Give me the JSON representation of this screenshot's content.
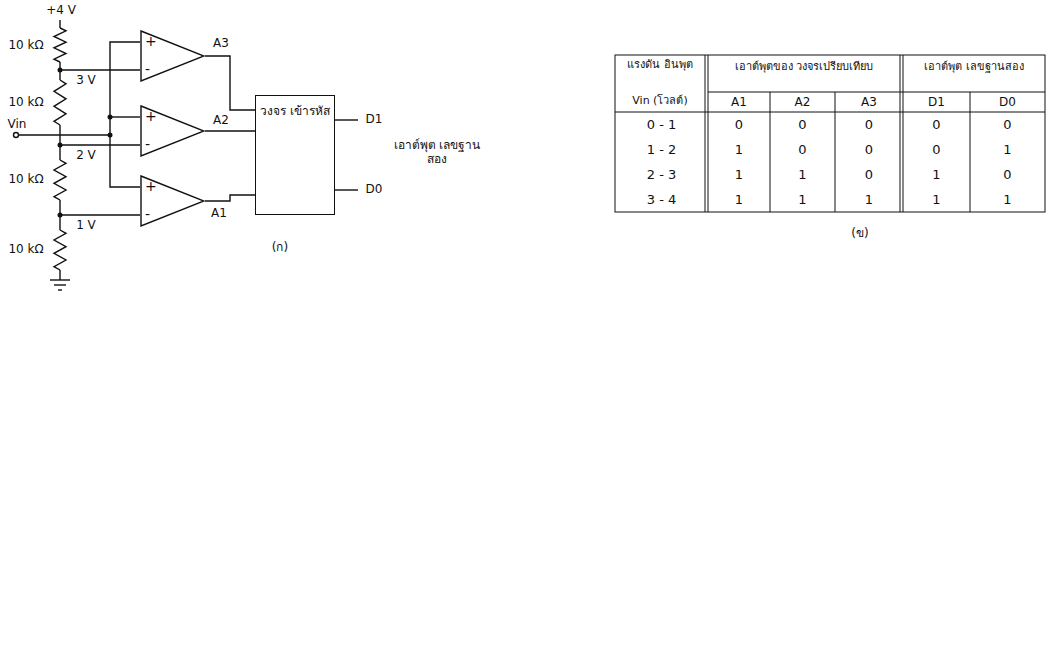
{
  "diagram": {
    "nodes": [
      {
        "text": [
          "+",
          "-"
        ]
      },
      {
        "text": [
          "+",
          "-"
        ]
      },
      {
        "text": [
          "+",
          "-"
        ]
      },
      {
        "text": [
          "วงจร เข้ารหัส"
        ]
      }
    ],
    "edges": [
      {
        "from": 0,
        "to": 3,
        "arrow": "none",
        "label": "A3"
      },
      {
        "from": 1,
        "to": 3,
        "arrow": "none",
        "label": "A2"
      },
      {
        "from": 2,
        "to": 3,
        "arrow": "none",
        "label": "A1"
      }
    ],
    "labels": [
      "+4 V",
      "10 kΩ",
      "3 V",
      "Vin",
      "10 kΩ",
      "2 V",
      "10 kΩ",
      "1 V",
      "10 kΩ",
      "D1",
      "D0",
      "เอาต์พุต เลขฐานสอง",
      "(ก)",
      "แรงดัน อินพุต",
      "Vin (โวลต์)",
      "เอาต์พุตของ วงจรเปรียบเทียบ",
      "เอาต์พุต เลขฐานสอง",
      "A1",
      "A2",
      "A3",
      "D1",
      "D0",
      "0 - 1",
      "0",
      "0",
      "0",
      "0",
      "0",
      "1 - 2",
      "1",
      "0",
      "0",
      "0",
      "1",
      "2 - 3",
      "1",
      "1",
      "0",
      "1",
      "0",
      "3 - 4",
      "1",
      "1",
      "1",
      "1",
      "1",
      "(ข)"
    ]
  }
}
